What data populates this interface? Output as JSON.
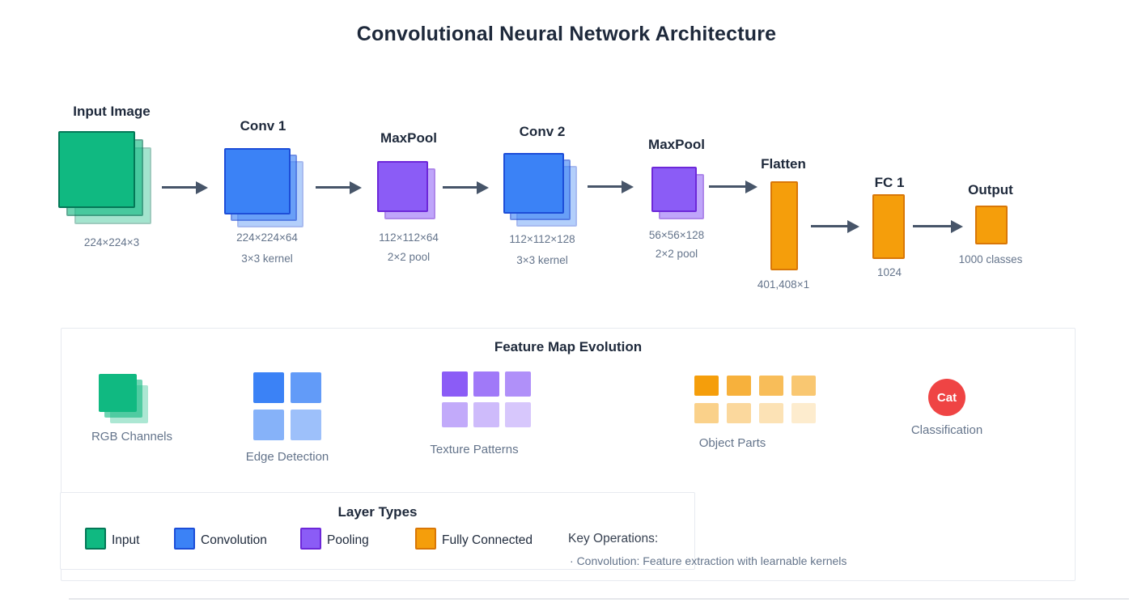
{
  "title": "Convolutional Neural Network Architecture",
  "pipeline": {
    "stages": [
      {
        "label": "Input Image",
        "type": "input",
        "dims": [
          "224×224×3"
        ]
      },
      {
        "label": "Conv 1",
        "type": "conv",
        "dims": [
          "224×224×64",
          "3×3 kernel"
        ]
      },
      {
        "label": "MaxPool",
        "type": "pool",
        "dims": [
          "112×112×64",
          "2×2 pool"
        ]
      },
      {
        "label": "Conv 2",
        "type": "conv",
        "dims": [
          "112×112×128",
          "3×3 kernel"
        ]
      },
      {
        "label": "MaxPool",
        "type": "pool",
        "dims": [
          "56×56×128",
          "2×2 pool"
        ]
      },
      {
        "label": "Flatten",
        "type": "fc",
        "dims": [
          "401,408×1"
        ]
      },
      {
        "label": "FC 1",
        "type": "fc",
        "dims": [
          "1024"
        ]
      },
      {
        "label": "Output",
        "type": "fc",
        "dims": [
          "1000 classes"
        ]
      }
    ]
  },
  "feature_map_evolution": {
    "title": "Feature Map Evolution",
    "items": [
      {
        "label": "RGB Channels"
      },
      {
        "label": "Edge Detection"
      },
      {
        "label": "Texture Patterns"
      },
      {
        "label": "Object Parts"
      },
      {
        "label": "Classification",
        "badge": "Cat"
      }
    ]
  },
  "layer_types": {
    "title": "Layer Types",
    "entries": [
      {
        "label": "Input"
      },
      {
        "label": "Convolution"
      },
      {
        "label": "Pooling"
      },
      {
        "label": "Fully Connected"
      }
    ]
  },
  "key_operations": {
    "title": "Key Operations:",
    "items": [
      "Convolution: Feature extraction with learnable kernels"
    ]
  },
  "colors": {
    "green": "#10b981",
    "green-border": "#047857",
    "blue": "#3b82f6",
    "blue-border": "#1d4ed8",
    "purple": "#8b5cf6",
    "purple-border": "#6d28d9",
    "orange": "#f59e0b",
    "orange-border": "#d97706",
    "red": "#ef4444",
    "arrow": "#475569",
    "text-dark": "#1e293b",
    "text-gray": "#64748b",
    "panel-border": "#e7eaf0"
  }
}
